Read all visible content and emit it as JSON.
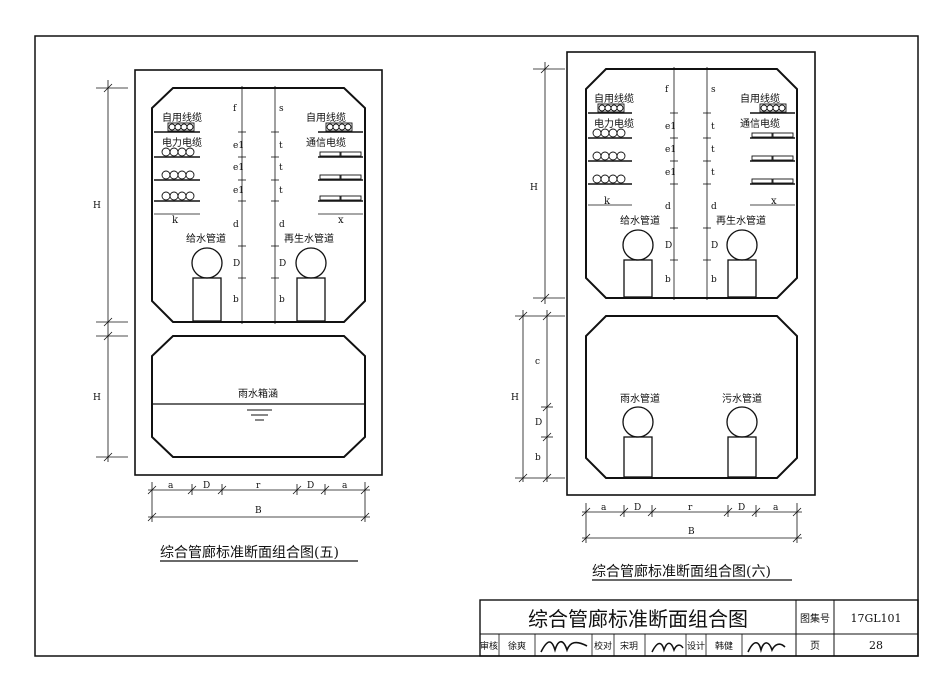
{
  "left_diagram": {
    "caption": "综合管廊标准断面组合图(五)",
    "cable_labels": {
      "self_cable_left": "自用线缆",
      "power_cable": "电力电缆",
      "self_cable_right": "自用线缆",
      "telecom_cable": "通信电缆"
    },
    "pipe_labels": {
      "water_supply": "给水管道",
      "reclaimed_water": "再生水管道",
      "rain_box": "雨水箱涵"
    },
    "dim_labels": {
      "f": "f",
      "e1": "e1",
      "d": "d",
      "D": "D",
      "b": "b",
      "s": "s",
      "t": "t",
      "k": "k",
      "x": "x",
      "H": "H",
      "a": "a",
      "r": "r",
      "B": "B"
    }
  },
  "right_diagram": {
    "caption": "综合管廊标准断面组合图(六)",
    "cable_labels": {
      "self_cable_left": "自用线缆",
      "power_cable": "电力电缆",
      "self_cable_right": "自用线缆",
      "telecom_cable": "通信电缆"
    },
    "pipe_labels": {
      "water_supply": "给水管道",
      "reclaimed_water": "再生水管道",
      "rain_pipe": "雨水管道",
      "sewage_pipe": "污水管道"
    },
    "dim_labels": {
      "f": "f",
      "e1": "e1",
      "d": "d",
      "D": "D",
      "b": "b",
      "s": "s",
      "t": "t",
      "k": "k",
      "x": "x",
      "H": "H",
      "c": "c",
      "a": "a",
      "r": "r",
      "B": "B"
    }
  },
  "title_block": {
    "title": "综合管廊标准断面组合图",
    "atlas_label": "图集号",
    "atlas_number": "17GL101",
    "page_label": "页",
    "page_number": "28",
    "review_label": "审核",
    "reviewer": "徐爽",
    "check_label": "校对",
    "checker": "宋玥",
    "design_label": "设计",
    "designer": "韩健"
  }
}
